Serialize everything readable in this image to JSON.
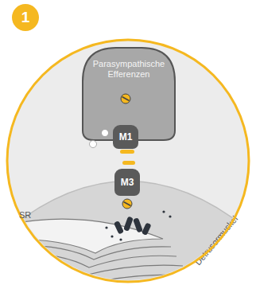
{
  "diagram": {
    "nodes": [
      {
        "text": [
          "Parasympathische Efferenzen"
        ]
      },
      {
        "text": [
          "M1"
        ],
        "in": 0
      },
      {
        "text": [
          "Detrusormuskel"
        ]
      },
      {
        "text": [
          "M3"
        ],
        "in": 2
      }
    ],
    "labels": [
      "1",
      "SR"
    ]
  }
}
